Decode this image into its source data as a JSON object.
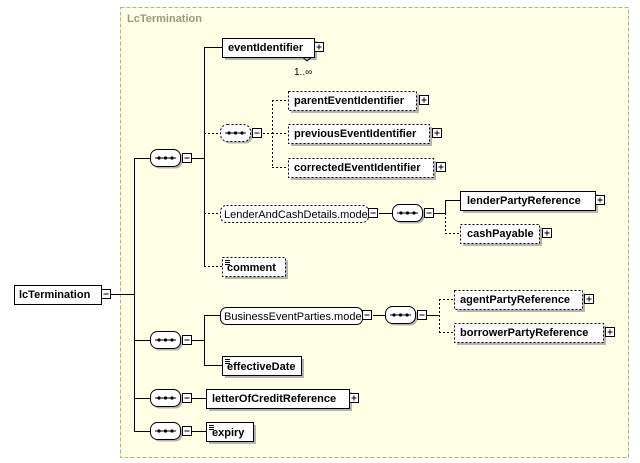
{
  "root": {
    "label": "lcTermination"
  },
  "complex_type": {
    "title": "LcTermination"
  },
  "nodes": {
    "event_identifier": "eventIdentifier",
    "event_identifier_multiplicity": "1..∞",
    "parent_event_identifier": "parentEventIdentifier",
    "previous_event_identifier": "previousEventIdentifier",
    "corrected_event_identifier": "correctedEventIdentifier",
    "lender_and_cash_details": "LenderAndCashDetails.model",
    "lender_party_reference": "lenderPartyReference",
    "cash_payable": "cashPayable",
    "comment": "comment",
    "business_event_parties": "BusinessEventParties.model",
    "agent_party_reference": "agentPartyReference",
    "borrower_party_reference": "borrowerPartyReference",
    "effective_date": "effectiveDate",
    "letter_of_credit_reference": "letterOfCreditReference",
    "expiry": "expiry"
  },
  "colors": {
    "background": "#ffffff",
    "type_box_fill": "#ffffe6",
    "type_box_border": "#b3b37a",
    "shadow": "#b4b4b4",
    "line": "#000000"
  },
  "icons": {
    "expand": "plus-box-icon",
    "collapse": "minus-box-icon",
    "sequence": "sequence-compositor-icon",
    "simple_content": "text-content-icon"
  }
}
